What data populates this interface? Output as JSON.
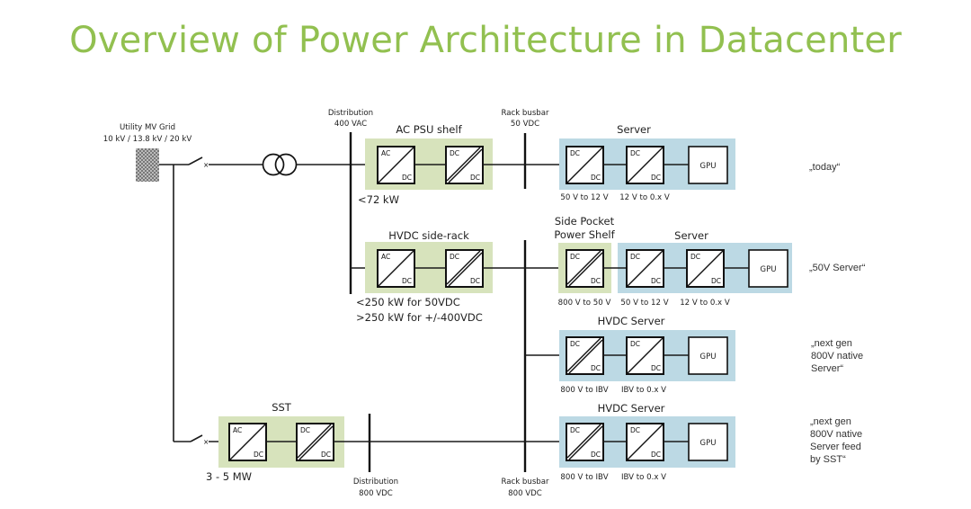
{
  "title": "Overview of Power Architecture in Datacenter",
  "colors": {
    "title": "#92c050",
    "shelf_green": "#d7e3bc",
    "server_blue": "#bcd9e4"
  },
  "grid": {
    "name": "Utility MV Grid",
    "voltages": "10 kV / 13.8 kV / 20 kV"
  },
  "buses": {
    "dist_ac": {
      "line1": "Distribution",
      "line2": "400 VAC"
    },
    "rack_50": {
      "line1": "Rack busbar",
      "line2": "50 VDC"
    },
    "dist_dc": {
      "line1": "Distribution",
      "line2": "800 VDC"
    },
    "rack_800": {
      "line1": "Rack busbar",
      "line2": "800 VDC"
    }
  },
  "converter_labels": {
    "ac": "AC",
    "dc": "DC",
    "gpu": "GPU"
  },
  "rows": [
    {
      "shelf_title": "AC PSU shelf",
      "power_notes": [
        "<72 kW"
      ],
      "server_title": "Server",
      "stage_labels": [
        "50 V to 12 V",
        "12 V to 0.x V"
      ],
      "scenario": "„today“"
    },
    {
      "shelf_title": "HVDC side-rack",
      "power_notes": [
        "<250 kW for 50VDC",
        ">250 kW for +/-400VDC"
      ],
      "side_pocket_title": [
        "Side Pocket",
        "Power Shelf"
      ],
      "side_pocket_label": "800 V to 50 V",
      "server_title": "Server",
      "stage_labels": [
        "50 V to 12 V",
        "12 V to 0.x V"
      ],
      "scenario": "„50V Server“"
    },
    {
      "server_title": "HVDC Server",
      "stage_labels": [
        "800 V to IBV",
        "IBV to 0.x V"
      ],
      "scenario": [
        "„next gen",
        "800V native",
        "Server“"
      ]
    },
    {
      "shelf_title": "SST",
      "power_notes": [
        "3 - 5 MW"
      ],
      "server_title": "HVDC Server",
      "stage_labels": [
        "800 V to IBV",
        "IBV to 0.x V"
      ],
      "scenario": [
        "„next gen",
        "800V native",
        "Server feed",
        "by SST“"
      ]
    }
  ]
}
